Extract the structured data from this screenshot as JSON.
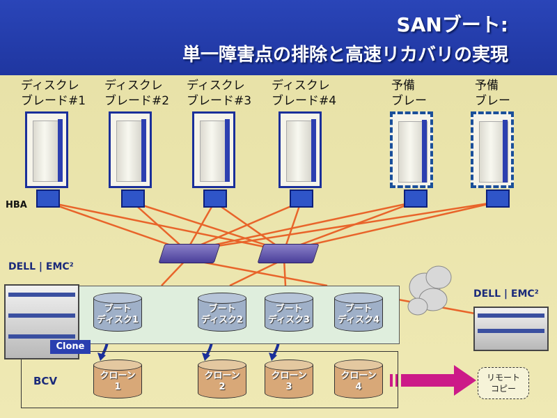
{
  "title": {
    "line1": "SANブート:",
    "line2": "単一障害点の排除と高速リカバリの実現"
  },
  "blades": [
    {
      "line1": "ディスクレ",
      "line2": "ブレード#1",
      "spare": false
    },
    {
      "line1": "ディスクレ",
      "line2": "ブレード#2",
      "spare": false
    },
    {
      "line1": "ディスクレ",
      "line2": "ブレード#3",
      "spare": false
    },
    {
      "line1": "ディスクレ",
      "line2": "ブレード#4",
      "spare": false
    },
    {
      "line1": "予備",
      "line2": "ブレー",
      "spare": true
    },
    {
      "line1": "予備",
      "line2": "ブレー",
      "spare": true
    }
  ],
  "hba_label": "HBA",
  "vendor_logo": {
    "left": "DELL",
    "right": "EMC²"
  },
  "boot_disks": [
    {
      "line1": "ブート",
      "line2": "ディスク1"
    },
    {
      "line1": "ブート",
      "line2": "ディスク2"
    },
    {
      "line1": "ブート",
      "line2": "ディスク3"
    },
    {
      "line1": "ブート",
      "line2": "ディスク4"
    }
  ],
  "clones": [
    {
      "line1": "クローン",
      "line2": "1"
    },
    {
      "line1": "クローン",
      "line2": "2"
    },
    {
      "line1": "クローン",
      "line2": "3"
    },
    {
      "line1": "クローン",
      "line2": "4"
    }
  ],
  "clone_tag": "Clone",
  "bcv_label": "BCV",
  "remote_copy": {
    "line1": "リモート",
    "line2": "コピー"
  },
  "colors": {
    "link": "#e8642a",
    "arrow": "#cc1a88",
    "title_band": "#2a45b8",
    "hba": "#2f55c8"
  }
}
